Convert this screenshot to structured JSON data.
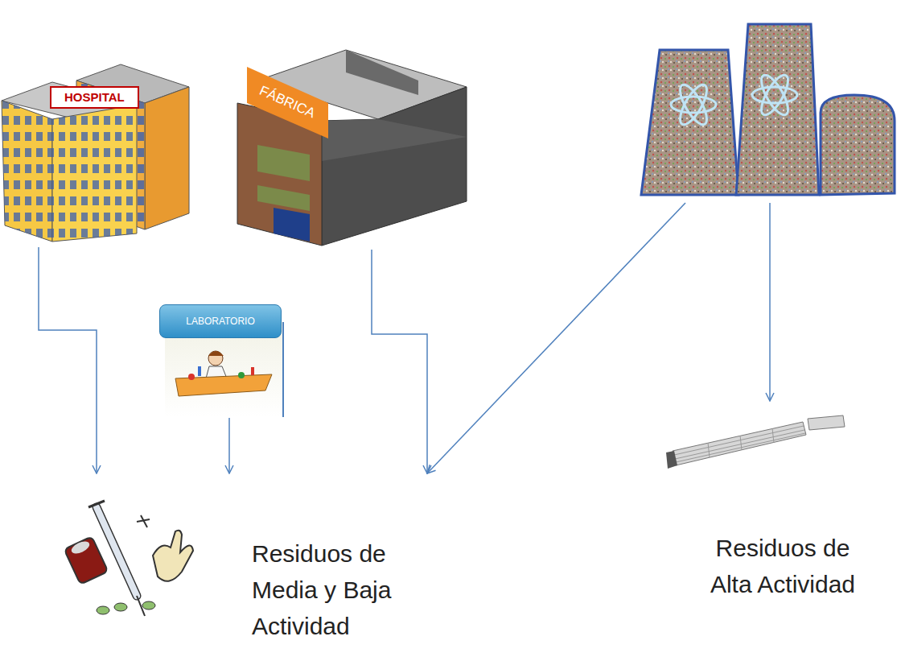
{
  "diagram": {
    "nodes": [
      {
        "text": [
          "HOSPITAL"
        ]
      },
      {
        "text": [
          "FÁBRICA"
        ]
      },
      {
        "text": []
      },
      {
        "text": [
          "LABORATORIO"
        ]
      },
      {
        "text": [
          "Residuos de Media y Baja Actividad"
        ]
      },
      {
        "text": [
          "Residuos de Alta Actividad"
        ]
      }
    ],
    "edges": [
      {
        "from": 0,
        "to": 4,
        "arrow": "to"
      },
      {
        "from": 3,
        "to": 4,
        "arrow": "to"
      },
      {
        "from": 1,
        "to": 4,
        "arrow": "to"
      },
      {
        "from": 2,
        "to": 4,
        "arrow": "to"
      },
      {
        "from": 2,
        "to": 5,
        "arrow": "to"
      }
    ]
  }
}
